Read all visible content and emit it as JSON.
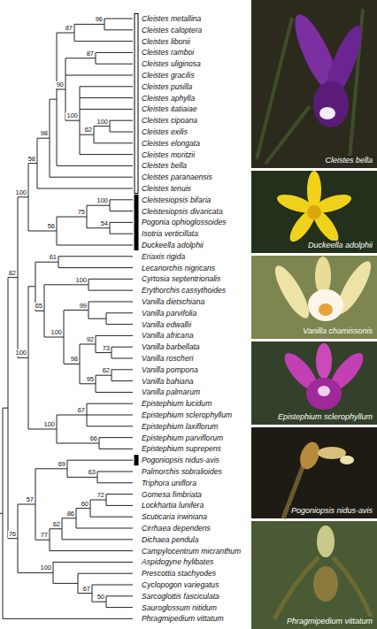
{
  "diagram": {
    "labels": [
      "Cleistes metallina",
      "Cleistes caloptera",
      "Cleistes libonii",
      "Cleistes ramboi",
      "Cleistes uliginosa",
      "Cleistes gracilis",
      "Cleistes pusilla",
      "Cleistes aphylla",
      "Cleistes itatiaiae",
      "Cleistes cipoana",
      "Cleistes exilis",
      "Cleistes elongata",
      "Cleistes moritzii",
      "Cleistes bella",
      "Cleistes paranaensis",
      "Cleistes tenuis",
      "Cleistesiopsis bifaria",
      "Cleistesiopsis divaricata",
      "Pogonia ophioglossoides",
      "Isotria verticillata",
      "Duckeella adolphii",
      "Eriaxis rigida",
      "Lecanorchis nigricans",
      "Cyrtosia septentrionalis",
      "Erythorchis cassythoides",
      "Vanilla dietschiana",
      "Vanilla parvifolia",
      "Vanilla edwallii",
      "Vanilla africana",
      "Vanilla barbellata",
      "Vanilla roscheri",
      "Vanilla pompona",
      "Vanilla bahiana",
      "Vanilla palmarum",
      "Epistephium lucidum",
      "Epistephium sclerophyllum",
      "Epistephium laxiflorum",
      "Epistephium parviflorum",
      "Epistephium suprepens",
      "Pogoniopsis nidus-avis",
      "Palmorchis sobralioides",
      "Triphora uniflora",
      "Gomesa fimbriata",
      "Lockhartia lunifera",
      "Scuticaria irwiniana",
      "Cirrhaea dependens",
      "Dichaea pendula",
      "Campylocentrum micranthum",
      "Aspidogyne hylibates",
      "Prescottia stachyodes",
      "Cyclopogon variegatus",
      "Sarcoglottis fasciculata",
      "Sauroglossum nitidum",
      "Phragmipedium vittatum",
      "96",
      "87",
      "87",
      "100",
      "100",
      "62",
      "90",
      "98",
      "58",
      "100",
      "100",
      "75",
      "54",
      "56",
      "82",
      "61",
      "100",
      "65",
      "99",
      "100",
      "92",
      "73",
      "98",
      "62",
      "95",
      "100",
      "67",
      "66",
      "100",
      "69",
      "63",
      "57",
      "72",
      "60",
      "86",
      "62",
      "77",
      "76",
      "100",
      "67",
      "50",
      "Cleistes bella",
      "Duckeella adolphii",
      "Vanilla chamissonis",
      "Epistephium sclerophyllum",
      "Pogoniopsis nidus-avis",
      "Phragmipedium vittatum"
    ]
  }
}
